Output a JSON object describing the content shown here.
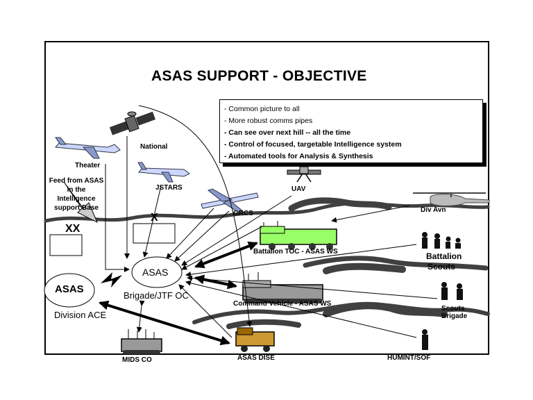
{
  "title": "ASAS SUPPORT - OBJECTIVE",
  "bullets": [
    "- Common picture to all",
    " -  More robust comms pipes",
    " -  Can see over next hill -- all the time",
    "-  Control of focused, targetable Intelligence system",
    "-  Automated tools for Analysis & Synthesis"
  ],
  "labels": {
    "national": "National",
    "theater": "Theater",
    "jstars": "JSTARS",
    "uav": "UAV",
    "grcs": "GRCS",
    "div_avn": "Div Avn",
    "feed": "Feed from ASAS  in the Intelligence support Base",
    "xx": "XX",
    "x": "X",
    "battalion_toc": "Battalion TOC -  ASAS WS",
    "battalion_scouts_1": "Battalion",
    "battalion_scouts_2": "Scouts",
    "asas_brigade": "ASAS",
    "brigade_jtf": "Brigade/JTF OC",
    "asas_division": "ASAS",
    "division_ace": "Division ACE",
    "command_vehicle": "Command Vehicle - ASAS WS",
    "scouts_brigade_1": "Scouts",
    "scouts_brigade_2": "Brigade",
    "mids_co": "MIDS CO",
    "asas_dise": "ASAS DISE",
    "humint_sof": "HUMINT/SOF"
  },
  "colors": {
    "battalion_vehicle": "#99ff66",
    "terrain": "#404040"
  }
}
